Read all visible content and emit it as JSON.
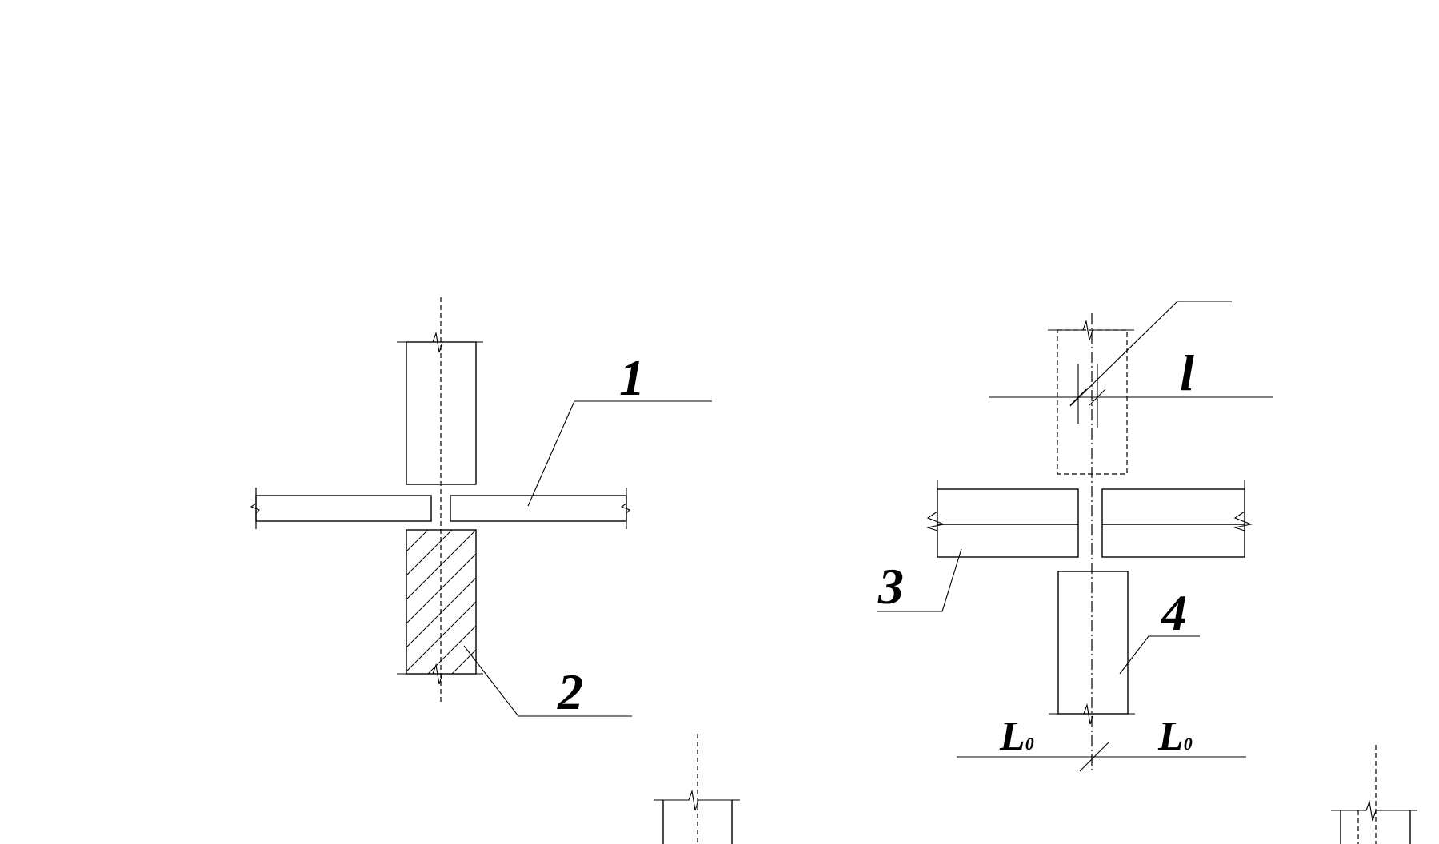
{
  "labels": {
    "one": "1",
    "two": "2",
    "three": "3",
    "four": "4",
    "el": "l",
    "L_left": "L",
    "L_left_sub": "0",
    "L_right": "L",
    "L_right_sub": "0"
  },
  "colors": {
    "line": "#000000",
    "background": "#ffffff"
  }
}
